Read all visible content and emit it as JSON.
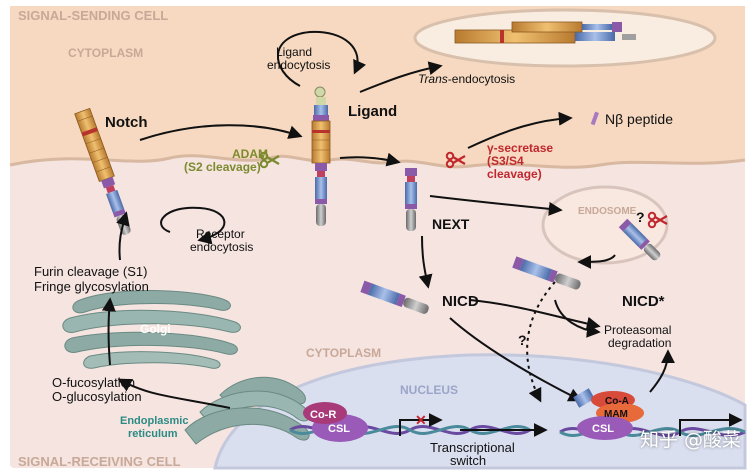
{
  "regions": {
    "sending_cell": "SIGNAL-SENDING CELL",
    "sending_cytoplasm": "CYTOPLASM",
    "receiving_cytoplasm": "CYTOPLASM",
    "nucleus": "NUCLEUS",
    "receiving_cell": "SIGNAL-RECEIVING CELL"
  },
  "labels": {
    "ligand_endocytosis_1": "Ligand",
    "ligand_endocytosis_2": "endocytosis",
    "trans_prefix": "Trans",
    "trans_suffix": "-endocytosis",
    "notch": "Notch",
    "ligand": "Ligand",
    "nb_peptide": "Nβ peptide",
    "adam_1": "ADAM",
    "adam_2": "(S2 cleavage)",
    "gamma_1": "γ-secretase",
    "gamma_2": "(S3/S4",
    "gamma_3": "cleavage)",
    "endosome": "ENDOSOME",
    "question_1": "?",
    "question_2": "?",
    "receptor_1": "Receptor",
    "receptor_2": "endocytosis",
    "next": "NEXT",
    "furin_1": "Furin cleavage (S1)",
    "furin_2": "Fringe glycosylation",
    "nicd": "NICD",
    "nicd_star": "NICD*",
    "golgi": "Golgi",
    "proteasomal_1": "Proteasomal",
    "proteasomal_2": "degradation",
    "fucosylation_1": "O-fucosylation",
    "fucosylation_2": "O-glucosylation",
    "er_1": "Endoplasmic",
    "er_2": "reticulum",
    "co_r": "Co-R",
    "csl_left": "CSL",
    "co_a": "Co-A",
    "mam": "MAM",
    "csl_right": "CSL",
    "switch_1": "Transcriptional",
    "switch_2": "switch",
    "watermark": "知乎 @酸菜"
  },
  "colors": {
    "sending_cell": "#f6d9c0",
    "receiving_cell": "#f5e4e0",
    "nucleus": "#dadff0",
    "region_text": "#c8a898",
    "gamma_red": "#c0282e",
    "adam_green": "#7c8a2e",
    "notch_orange": "#d89a4a",
    "notch_red_band": "#b8332b",
    "tm_blue": "#5a7bb8",
    "purple": "#8a5aa8",
    "golgi": "#8eaaa4",
    "mam_red": "#d84a3a",
    "csl_purple": "#9a5ab8",
    "cor_red": "#a83a7a"
  }
}
